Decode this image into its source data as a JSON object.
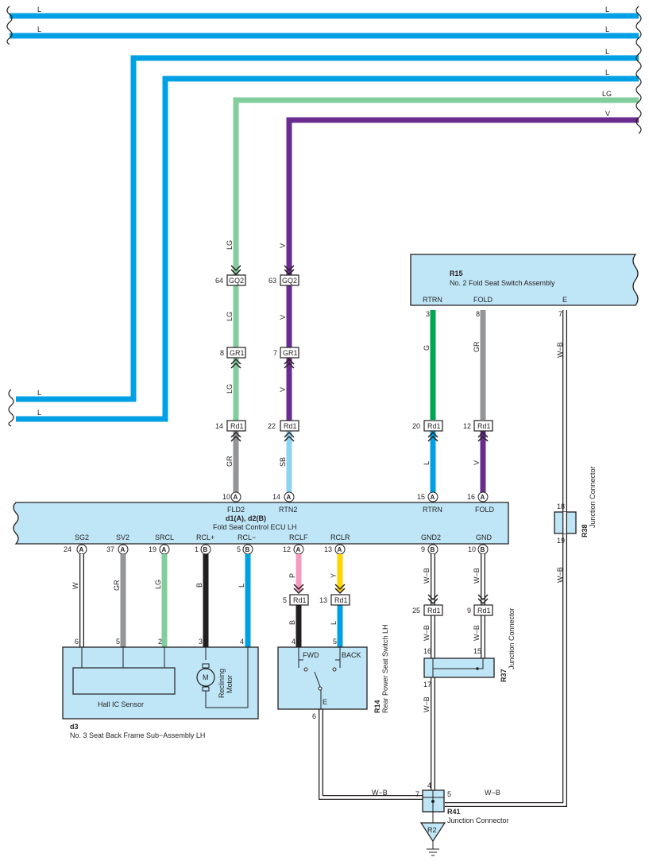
{
  "colors": {
    "L": "#00a0e4",
    "LG": "#82cd9c",
    "V": "#6a2c8e",
    "G": "#00a651",
    "GR": "#939598",
    "SB": "#8fd3f2",
    "W": "#ffffff",
    "B": "#231f20",
    "P": "#f49ac1",
    "Y": "#ffd400",
    "component_fill": "#bfe6f7",
    "outline": "#231f20"
  },
  "top_wires": [
    "L",
    "L",
    "L",
    "L",
    "LG",
    "V"
  ],
  "left_wires": [
    "L",
    "L"
  ],
  "components": {
    "r15": {
      "code": "R15",
      "name": "No.  2 Fold Seat Switch Assembly",
      "pins": [
        {
          "label": "RTRN",
          "num": "3"
        },
        {
          "label": "FOLD",
          "num": "8"
        },
        {
          "label": "E",
          "num": "7"
        }
      ]
    },
    "ecu": {
      "code": "d1(A), d2(B)",
      "name": "Fold Seat Control ECU LH",
      "top_pins": [
        {
          "label": "FLD2",
          "num": "10",
          "conn": "A"
        },
        {
          "label": "RTN2",
          "num": "14",
          "conn": "A"
        },
        {
          "label": "RTRN",
          "num": "15",
          "conn": "A"
        },
        {
          "label": "FOLD",
          "num": "16",
          "conn": "A"
        }
      ],
      "bottom_pins": [
        {
          "label": "SG2",
          "num": "24",
          "conn": "A"
        },
        {
          "label": "SV2",
          "num": "37",
          "conn": "A"
        },
        {
          "label": "SRCL",
          "num": "19",
          "conn": "A"
        },
        {
          "label": "RCL+",
          "num": "1",
          "conn": "B"
        },
        {
          "label": "RCL−",
          "num": "5",
          "conn": "B"
        },
        {
          "label": "RCLF",
          "num": "12",
          "conn": "A"
        },
        {
          "label": "RCLR",
          "num": "13",
          "conn": "A"
        },
        {
          "label": "GND2",
          "num": "9",
          "conn": "B"
        },
        {
          "label": "GND",
          "num": "10",
          "conn": "B"
        }
      ]
    },
    "d3": {
      "code": "d3",
      "name": "No.  3 Seat Back Frame Sub−Assembly LH",
      "sensor": "Hall IC Sensor",
      "motor_symbol": "M",
      "motor_label": [
        "Reclining",
        "Motor"
      ],
      "pins": [
        "6",
        "5",
        "2",
        "3",
        "4"
      ]
    },
    "r14": {
      "code": "R14",
      "name": "Rear Power Seat Switch LH",
      "fwd": "FWD",
      "back": "BACK",
      "e": "E",
      "pins": [
        "4",
        "5",
        "6"
      ]
    },
    "r38": {
      "code": "R38",
      "name": "Junction Connector",
      "pins": [
        "18",
        "19"
      ]
    },
    "r37": {
      "code": "R37",
      "name": "Junction Connector",
      "pins": [
        "16",
        "15",
        "17"
      ]
    },
    "r41": {
      "code": "R41",
      "name": "Junction Connector",
      "pins": [
        "4",
        "7",
        "5"
      ]
    },
    "ground": {
      "label": "R2"
    }
  },
  "connectors": [
    {
      "id": "GQ2",
      "pin": "64"
    },
    {
      "id": "GQ2",
      "pin": "63"
    },
    {
      "id": "GR1",
      "pin": "8"
    },
    {
      "id": "GR1",
      "pin": "7"
    },
    {
      "id": "Rd1",
      "pin": "14"
    },
    {
      "id": "Rd1",
      "pin": "22"
    },
    {
      "id": "Rd1",
      "pin": "20"
    },
    {
      "id": "Rd1",
      "pin": "12"
    },
    {
      "id": "Rd1",
      "pin": "5"
    },
    {
      "id": "Rd1",
      "pin": "13"
    },
    {
      "id": "Rd1",
      "pin": "25"
    },
    {
      "id": "Rd1",
      "pin": "9"
    }
  ],
  "wire_labels": {
    "lg1": "LG",
    "v1": "V",
    "lg2": "LG",
    "v2": "V",
    "lg3": "LG",
    "v3": "V",
    "gr": "GR",
    "sb": "SB",
    "g": "G",
    "gr2": "GR",
    "l1": "L",
    "v4": "V",
    "wb_r15": "W−B",
    "w": "W",
    "gr3": "GR",
    "lg4": "LG",
    "b": "B",
    "l2": "L",
    "p": "P",
    "y": "Y",
    "b2": "B",
    "l3": "L",
    "wb1": "W−B",
    "wb2": "W−B",
    "wb3": "W−B",
    "wb4": "W−B",
    "wb5": "W−B",
    "wb6": "W−B",
    "wb7": "W−B",
    "wb8": "W−B"
  }
}
